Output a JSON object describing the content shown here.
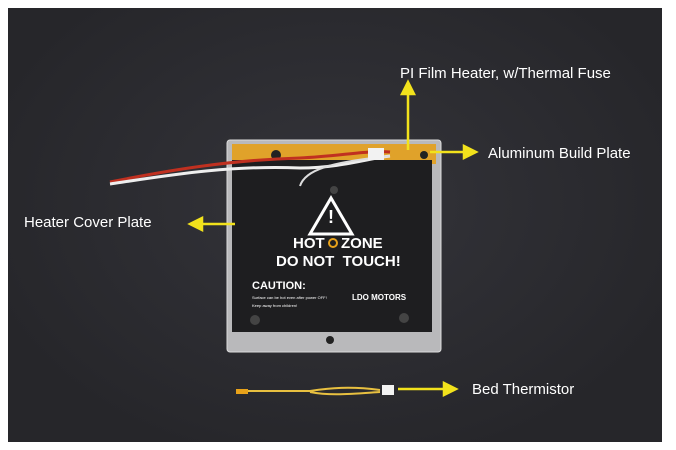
{
  "labels": {
    "film_heater": "PI Film Heater, w/Thermal Fuse",
    "build_plate": "Aluminum Build Plate",
    "cover_plate": "Heater Cover Plate",
    "thermistor": "Bed Thermistor"
  },
  "plate": {
    "warning_line1_a": "HOT",
    "warning_line1_b": "ZONE",
    "warning_line2": "DO NOT  TOUCH!",
    "caution_title": "CAUTION:",
    "caution_line1": "Surface can be hot even after power OFF!",
    "caution_line2": "Keep away from children!",
    "brand": "LDO MOTORS"
  },
  "colors": {
    "arrow": "#f2e21c",
    "orange": "#e8a21a",
    "background": "#2c2c30"
  }
}
